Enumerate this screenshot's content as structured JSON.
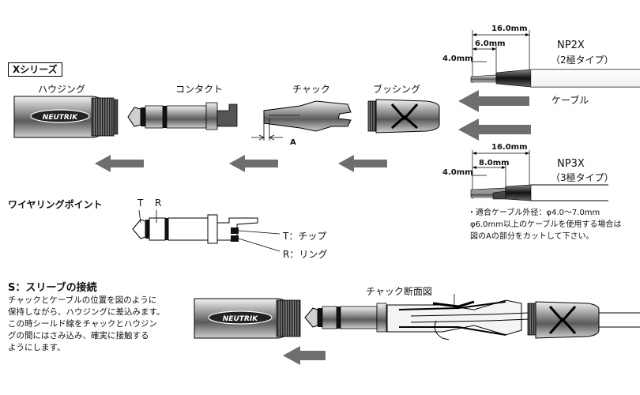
{
  "series_label": "Xシリーズ",
  "parts": {
    "housing": "ハウジング",
    "contact": "コンタクト",
    "chuck": "チャック",
    "bushing": "ブッシング"
  },
  "brand": "NEUTRIK",
  "cable_label": "ケーブル",
  "dim_a": "A",
  "np2x": {
    "model": "NP2X",
    "desc": "（2極タイプ）",
    "total": "16.0mm",
    "strip": "6.0mm",
    "core": "4.0mm"
  },
  "np3x": {
    "model": "NP3X",
    "desc": "（3極タイプ）",
    "total": "16.0mm",
    "strip": "8.0mm",
    "core": "4.0mm"
  },
  "notes": [
    "・適合ケーブル外径：φ4.0〜7.0mm",
    "φ6.0mm以上のケーブルを使用する場合は",
    "図のAの部分をカットして下さい。"
  ],
  "wiring": {
    "title": "ワイヤリングポイント",
    "t_mark": "T",
    "r_mark": "R",
    "t_label": "T：チップ",
    "r_label": "R：リング"
  },
  "sleeve": {
    "title": "S：スリーブの接続",
    "lines": [
      "チャックとケーブルの位置を図のように",
      "保持しながら、ハウジングに差込みます。",
      "この時シールド線をチャックとハウジン",
      "グの間にはさみ込み、確実に接触する",
      "ようにします。"
    ],
    "section_label": "チャック断面図"
  }
}
